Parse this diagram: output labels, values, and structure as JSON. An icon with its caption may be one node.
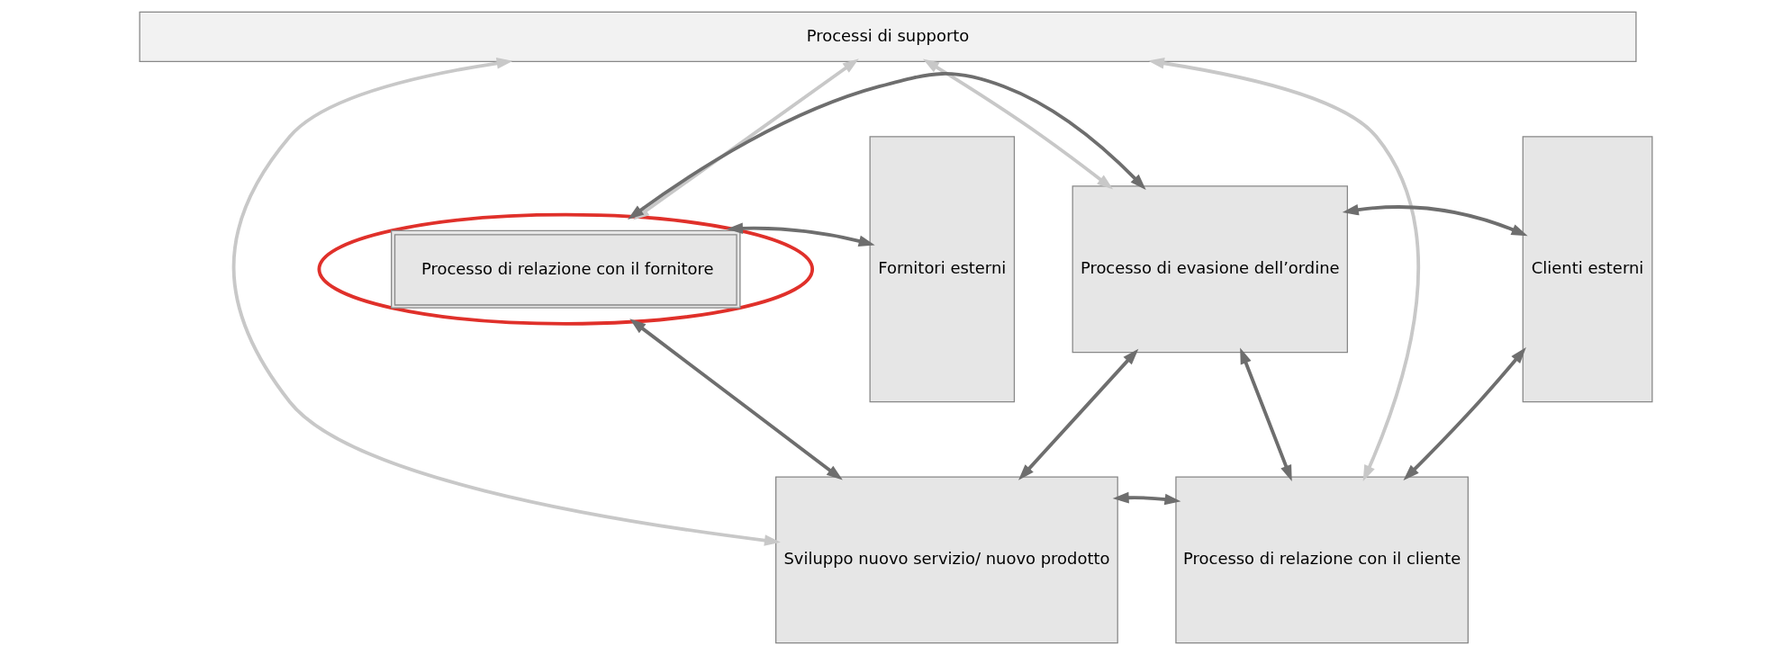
{
  "diagram": {
    "nodes": [
      {
        "text": [
          "Processi di supporto"
        ]
      },
      {
        "text": [
          "Fornitori esterni"
        ]
      },
      {
        "text": [
          "Processo di relazione con il fornitore"
        ]
      },
      {
        "text": [
          "Sviluppo nuovo servizio/ nuovo prodotto"
        ]
      },
      {
        "text": [
          "Processo di evasione dell’ordine"
        ]
      },
      {
        "text": [
          "Processo di relazione con il cliente"
        ]
      },
      {
        "text": [
          "Clienti esterni"
        ]
      }
    ],
    "edges": [
      {
        "from": 0,
        "to": 2,
        "arrow": "both",
        "color": "#c8c8c8"
      },
      {
        "from": 0,
        "to": 3,
        "arrow": "both",
        "color": "#c8c8c8"
      },
      {
        "from": 0,
        "to": 4,
        "arrow": "both",
        "color": "#c8c8c8"
      },
      {
        "from": 0,
        "to": 5,
        "arrow": "both",
        "color": "#c8c8c8"
      },
      {
        "from": 3,
        "to": 5,
        "arrow": "both"
      },
      {
        "from": 1,
        "to": 2,
        "arrow": "both"
      },
      {
        "from": 2,
        "to": 3,
        "arrow": "both"
      },
      {
        "from": 3,
        "to": 4,
        "arrow": "both"
      },
      {
        "from": 4,
        "to": 5,
        "arrow": "both"
      },
      {
        "from": 5,
        "to": 6,
        "arrow": "both"
      },
      {
        "from": 2,
        "to": 4,
        "arrow": "both"
      },
      {
        "from": 4,
        "to": 6,
        "arrow": "both"
      }
    ]
  }
}
